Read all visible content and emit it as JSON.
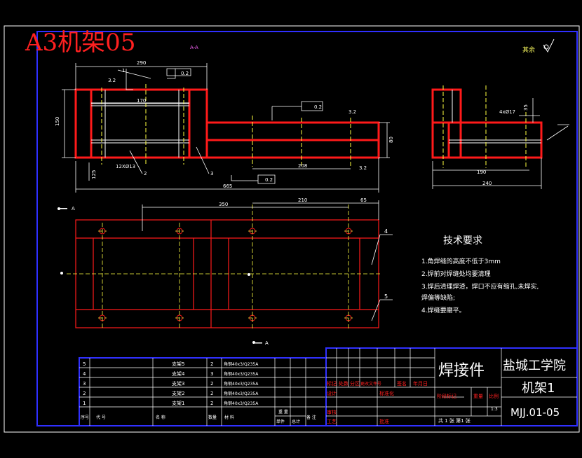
{
  "sheet": {
    "label": "A3机架05",
    "section_label": "A-A",
    "surface_rest": "其余",
    "view_arrow_label": "A"
  },
  "dimensions": {
    "overall_length": "665",
    "top_length": "290",
    "inner_170": "170",
    "height_150": "150",
    "holes_12": "12XØ13",
    "len_208": "208",
    "h_80": "80",
    "h_125": "125",
    "rough_32": "3.2",
    "flat_02": "0.2",
    "side_190": "190",
    "side_240": "240",
    "side_holes": "4xØ17",
    "side_35": "35",
    "plan_350": "350",
    "plan_210": "210",
    "plan_65": "65"
  },
  "balloons": {
    "b1": "1",
    "b2": "2",
    "b3": "3",
    "b4": "4",
    "b5": "5"
  },
  "requirements": {
    "title": "技术要求",
    "items": [
      "1.角焊缝的高度不低于3mm",
      "2.焊前对焊缝处均要清理",
      "3.焊后清理焊渣，焊口不应有缩孔,未焊实,",
      "  焊偏等缺陷;",
      "4.焊缝要磨平。"
    ]
  },
  "bom": {
    "rows": [
      {
        "no": "5",
        "name": "支架5",
        "qty": "2",
        "mat": "角钢40x3/Q235A"
      },
      {
        "no": "4",
        "name": "支架4",
        "qty": "3",
        "mat": "角钢40x3/Q235A"
      },
      {
        "no": "3",
        "name": "支架3",
        "qty": "2",
        "mat": "角钢40x3/Q235A"
      },
      {
        "no": "2",
        "name": "支架2",
        "qty": "2",
        "mat": "角钢40x3/Q235A"
      },
      {
        "no": "1",
        "name": "支架1",
        "qty": "2",
        "mat": "角钢40x3/Q235A"
      }
    ],
    "header": {
      "no": "序号",
      "code": "代    号",
      "name": "名    称",
      "qty": "数量",
      "mat": "材    料",
      "unit": "单件",
      "total": "总计",
      "weight": "重  量",
      "note": "备  注"
    }
  },
  "title_block": {
    "drawing_type": "焊接件",
    "school": "盐城工学院",
    "part_name": "机架1",
    "drawing_no": "MJJ.01-05",
    "scale": "1:3",
    "sheets": "共 1  张  第1  张",
    "labels": {
      "mark": "标记",
      "count": "处数",
      "zone": "分区",
      "change_doc": "更改文件号",
      "sign": "签名",
      "date": "年月日",
      "design": "设计",
      "standard": "标准化",
      "stage": "阶段标记",
      "weight": "重量",
      "ratio": "比例",
      "review": "审核",
      "process": "工艺",
      "approve": "批准"
    }
  }
}
